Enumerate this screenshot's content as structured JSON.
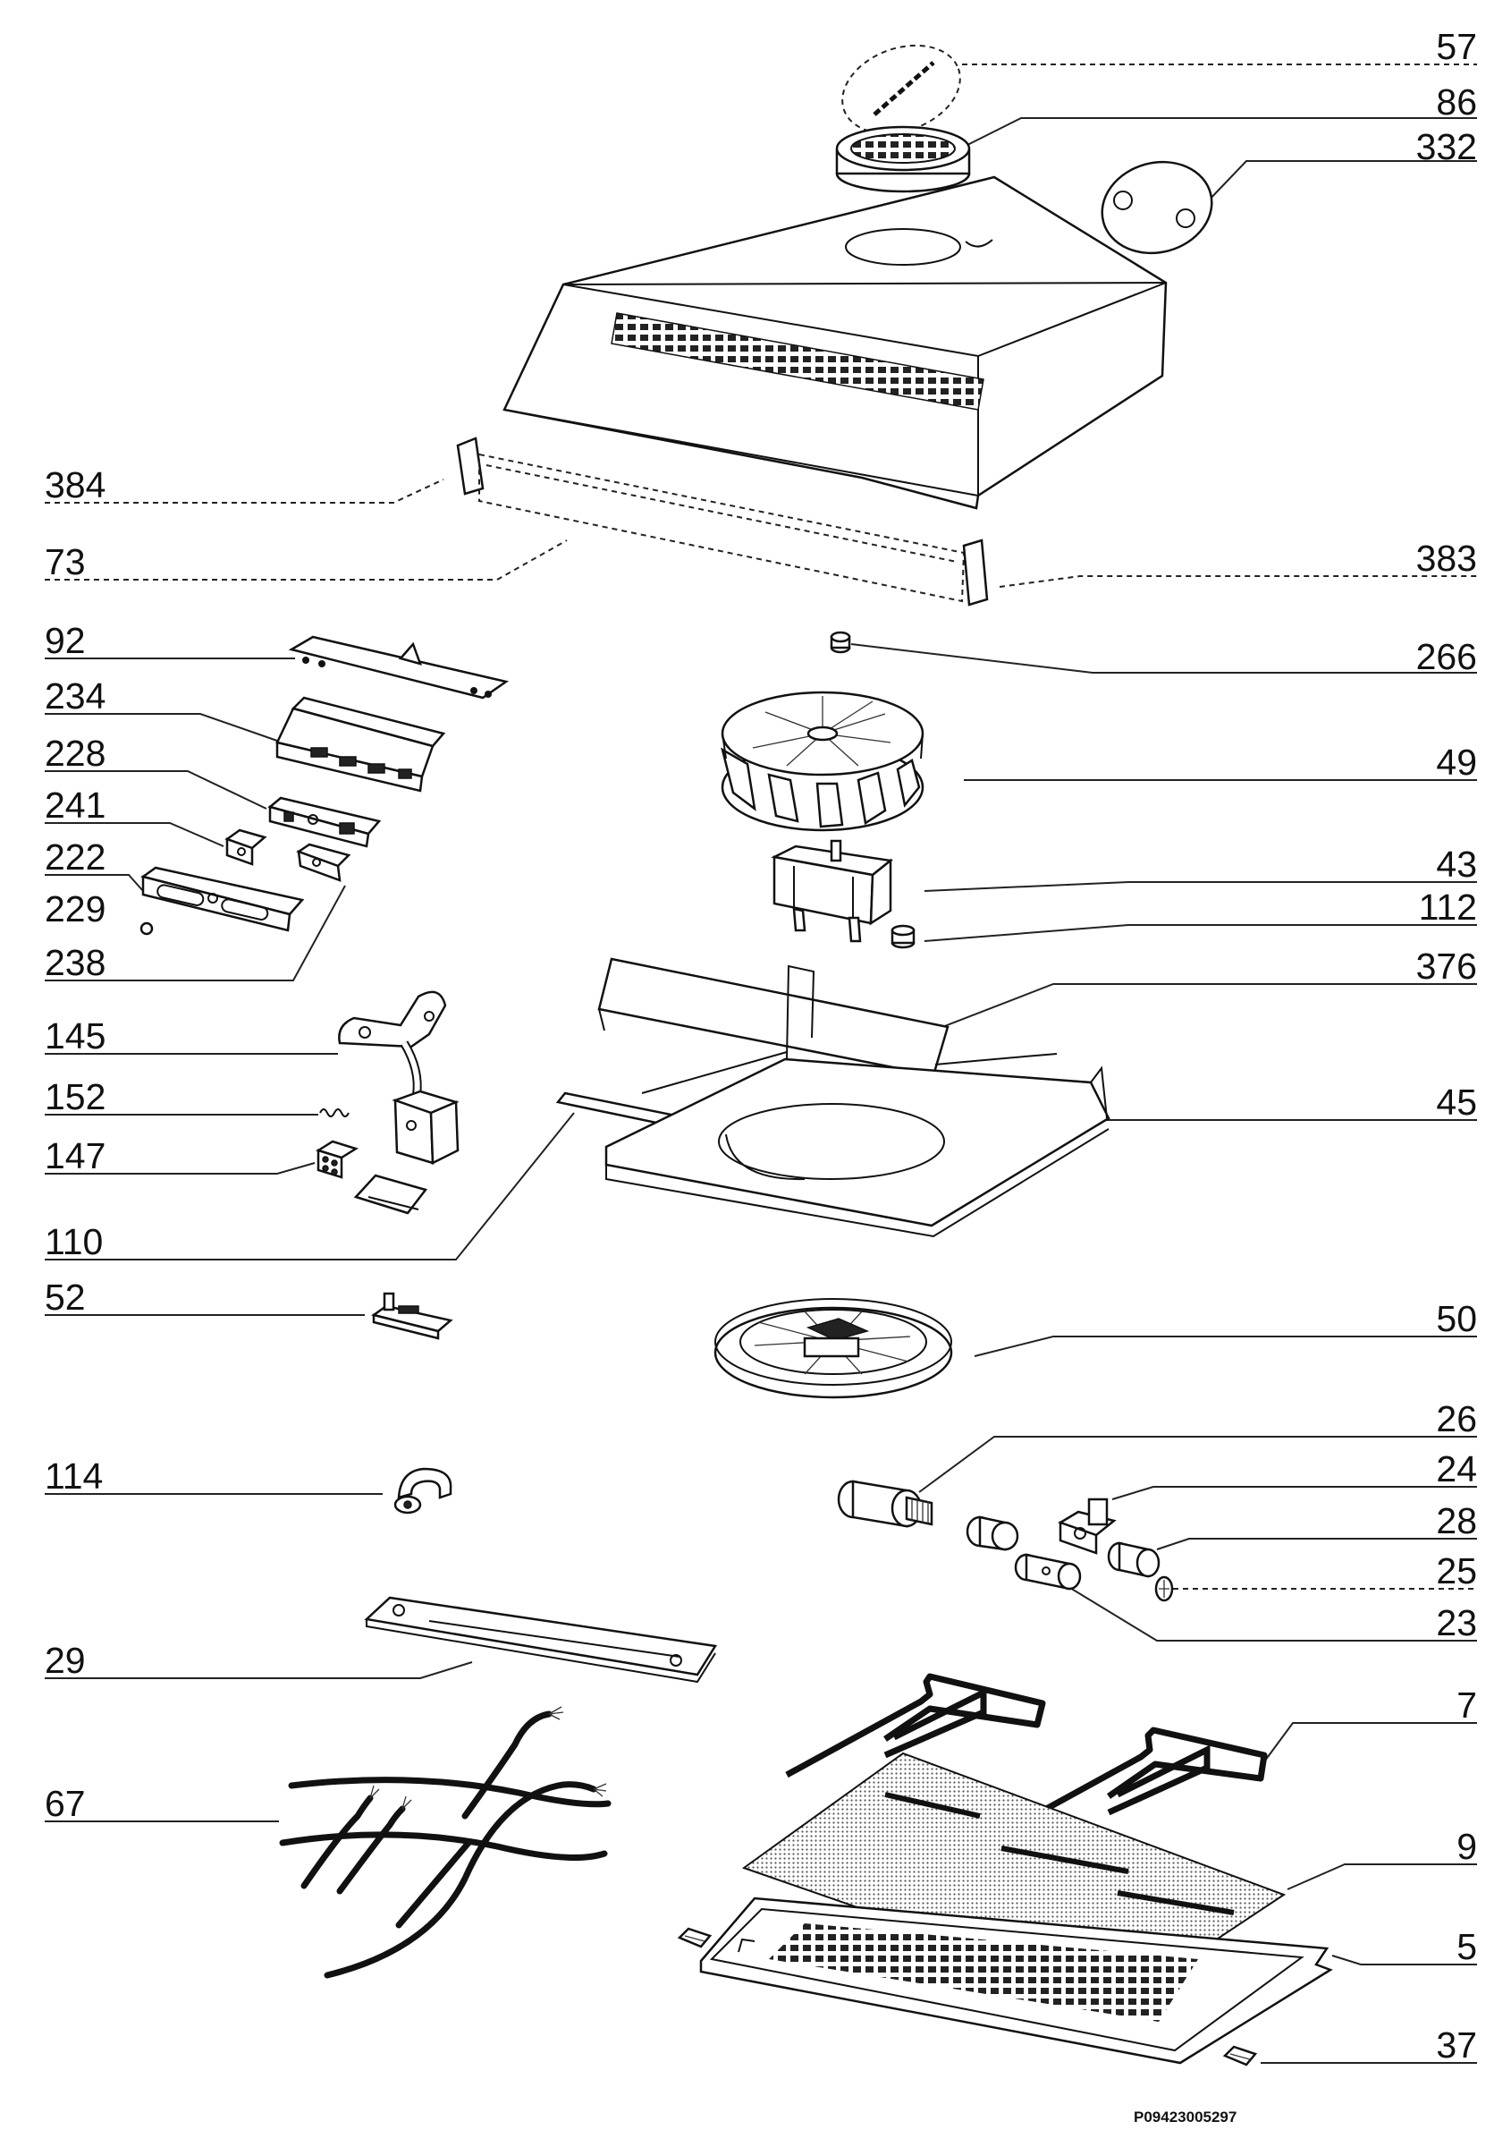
{
  "diagram": {
    "drawing_code": "P09423005297",
    "labels_left": [
      {
        "id": "384",
        "text": "384"
      },
      {
        "id": "73",
        "text": "73"
      },
      {
        "id": "92",
        "text": "92"
      },
      {
        "id": "234",
        "text": "234"
      },
      {
        "id": "228",
        "text": "228"
      },
      {
        "id": "241",
        "text": "241"
      },
      {
        "id": "222",
        "text": "222"
      },
      {
        "id": "229",
        "text": "229"
      },
      {
        "id": "238",
        "text": "238"
      },
      {
        "id": "145",
        "text": "145"
      },
      {
        "id": "152",
        "text": "152"
      },
      {
        "id": "147",
        "text": "147"
      },
      {
        "id": "110",
        "text": "110"
      },
      {
        "id": "52",
        "text": "52"
      },
      {
        "id": "114",
        "text": "114"
      },
      {
        "id": "29",
        "text": "29"
      },
      {
        "id": "67",
        "text": "67"
      }
    ],
    "labels_right": [
      {
        "id": "57",
        "text": "57"
      },
      {
        "id": "86",
        "text": "86"
      },
      {
        "id": "332",
        "text": "332"
      },
      {
        "id": "383",
        "text": "383"
      },
      {
        "id": "266",
        "text": "266"
      },
      {
        "id": "49",
        "text": "49"
      },
      {
        "id": "43",
        "text": "43"
      },
      {
        "id": "112",
        "text": "112"
      },
      {
        "id": "376",
        "text": "376"
      },
      {
        "id": "45",
        "text": "45"
      },
      {
        "id": "50",
        "text": "50"
      },
      {
        "id": "26",
        "text": "26"
      },
      {
        "id": "24",
        "text": "24"
      },
      {
        "id": "28",
        "text": "28"
      },
      {
        "id": "25",
        "text": "25"
      },
      {
        "id": "23",
        "text": "23"
      },
      {
        "id": "7",
        "text": "7"
      },
      {
        "id": "9",
        "text": "9"
      },
      {
        "id": "5",
        "text": "5"
      },
      {
        "id": "37",
        "text": "37"
      }
    ]
  }
}
